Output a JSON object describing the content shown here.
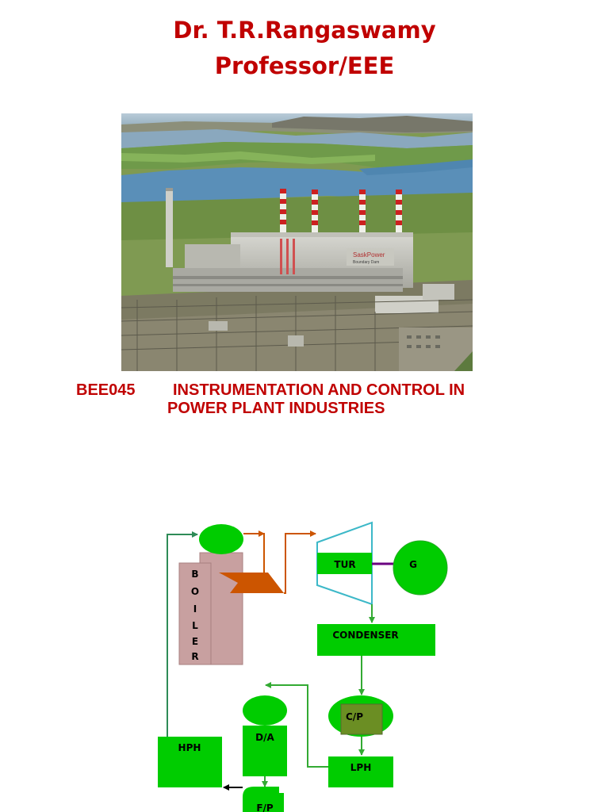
{
  "header": {
    "name_line": "Dr. T.R.Rangaswamy",
    "role_line": "Professor/EEE"
  },
  "photo": {
    "plant_sign": "SaskPower",
    "plant_subsign": "Boundary Dam"
  },
  "course": {
    "code": "BEE045",
    "title_line1": "INSTRUMENTATION AND CONTROL IN",
    "title_line2": "POWER PLANT INDUSTRIES"
  },
  "diagram": {
    "boiler_letters": [
      "B",
      "O",
      "I",
      "L",
      "E",
      "R"
    ],
    "turbine": "TUR",
    "generator": "G",
    "condenser": "CONDENSER",
    "condensate_pump": "C/P",
    "deaerator": "D/A",
    "lp_heater": "LPH",
    "hp_heater": "HPH",
    "feed_pump": "F/P",
    "colors": {
      "equipment": "#00cc00",
      "water_line": "#33aa33",
      "hph_riser": "#2e8b57",
      "steam_line": "#cc5500",
      "turbine_outline": "#3cb8c8",
      "boiler": "#c8a0a0",
      "shaft": "#6a0080",
      "pump_body": "#6b8e23"
    }
  }
}
